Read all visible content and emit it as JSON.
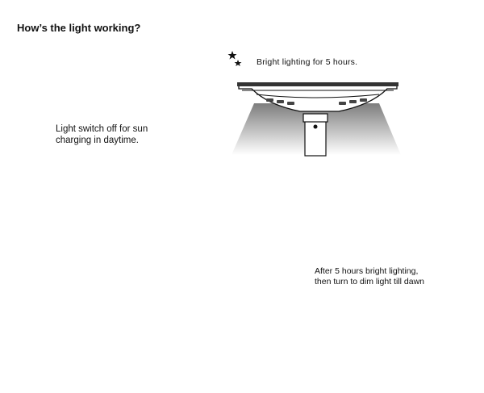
{
  "title": "How’s the light working?",
  "steps": {
    "bright": {
      "line1": "Bright lighting for 5 hours."
    },
    "day": {
      "line1": "Light switch off for sun",
      "line2": "charging in daytime."
    },
    "dim": {
      "line1": "After 5 hours bright lighting,",
      "line2": "then turn to dim light till dawn"
    }
  },
  "icons": [
    "moon-stars-icon",
    "sun-icon",
    "arrow-icon",
    "solar-panel",
    "street-lamp"
  ],
  "colors": {
    "ink": "#111111",
    "beam": "#9a9a9a",
    "panel": "#777777"
  }
}
